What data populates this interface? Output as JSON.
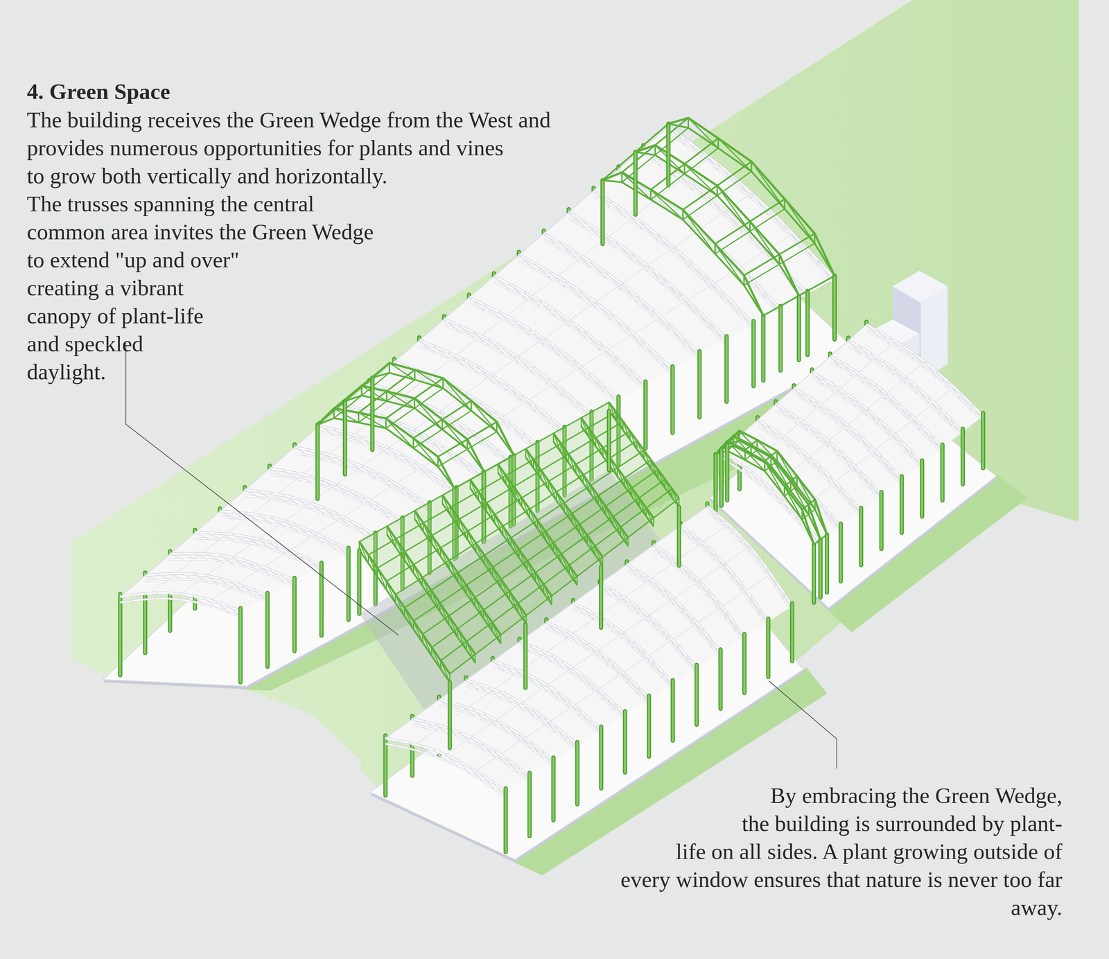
{
  "diagram": {
    "title": "4. Green Space",
    "labels": [
      "The building receives the Green Wedge from the West and provides numerous opportunities for plants and vines to grow both vertically and horizontally. The trusses spanning the central common area invites the Green Wedge to extend \"up and over\" creating a vibrant canopy of plant-life and speckled daylight.",
      "By embracing the Green Wedge, the building is surrounded by plant-life on all sides. A plant growing outside of every window ensures that nature is never too far away."
    ]
  }
}
